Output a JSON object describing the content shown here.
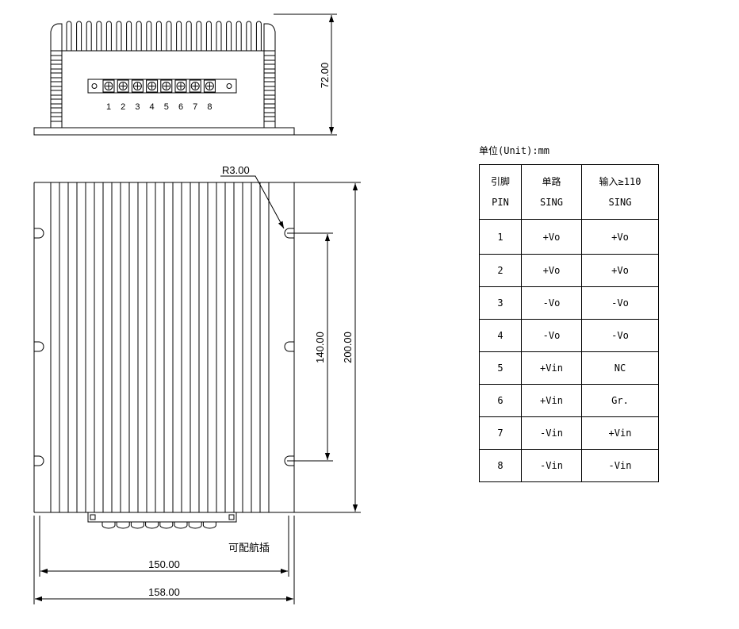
{
  "top_view": {
    "terminal_numbers": [
      "1",
      "2",
      "3",
      "4",
      "5",
      "6",
      "7",
      "8"
    ],
    "height_dim": "72.00"
  },
  "main_view": {
    "radius_label": "R3.00",
    "dim_200": "200.00",
    "dim_140": "140.00",
    "dim_150": "150.00",
    "dim_158": "158.00",
    "connector_note": "可配航插"
  },
  "unit_label": "单位(Unit):mm",
  "pin_table": {
    "headers": [
      {
        "cn": "引脚",
        "en": "PIN"
      },
      {
        "cn": "单路",
        "en": "SING"
      },
      {
        "cn": "输入≥110",
        "en": "SING"
      }
    ],
    "rows": [
      [
        "1",
        "+Vo",
        "+Vo"
      ],
      [
        "2",
        "+Vo",
        "+Vo"
      ],
      [
        "3",
        "-Vo",
        "-Vo"
      ],
      [
        "4",
        "-Vo",
        "-Vo"
      ],
      [
        "5",
        "+Vin",
        "NC"
      ],
      [
        "6",
        "+Vin",
        "Gr."
      ],
      [
        "7",
        "-Vin",
        "+Vin"
      ],
      [
        "8",
        "-Vin",
        "-Vin"
      ]
    ]
  }
}
